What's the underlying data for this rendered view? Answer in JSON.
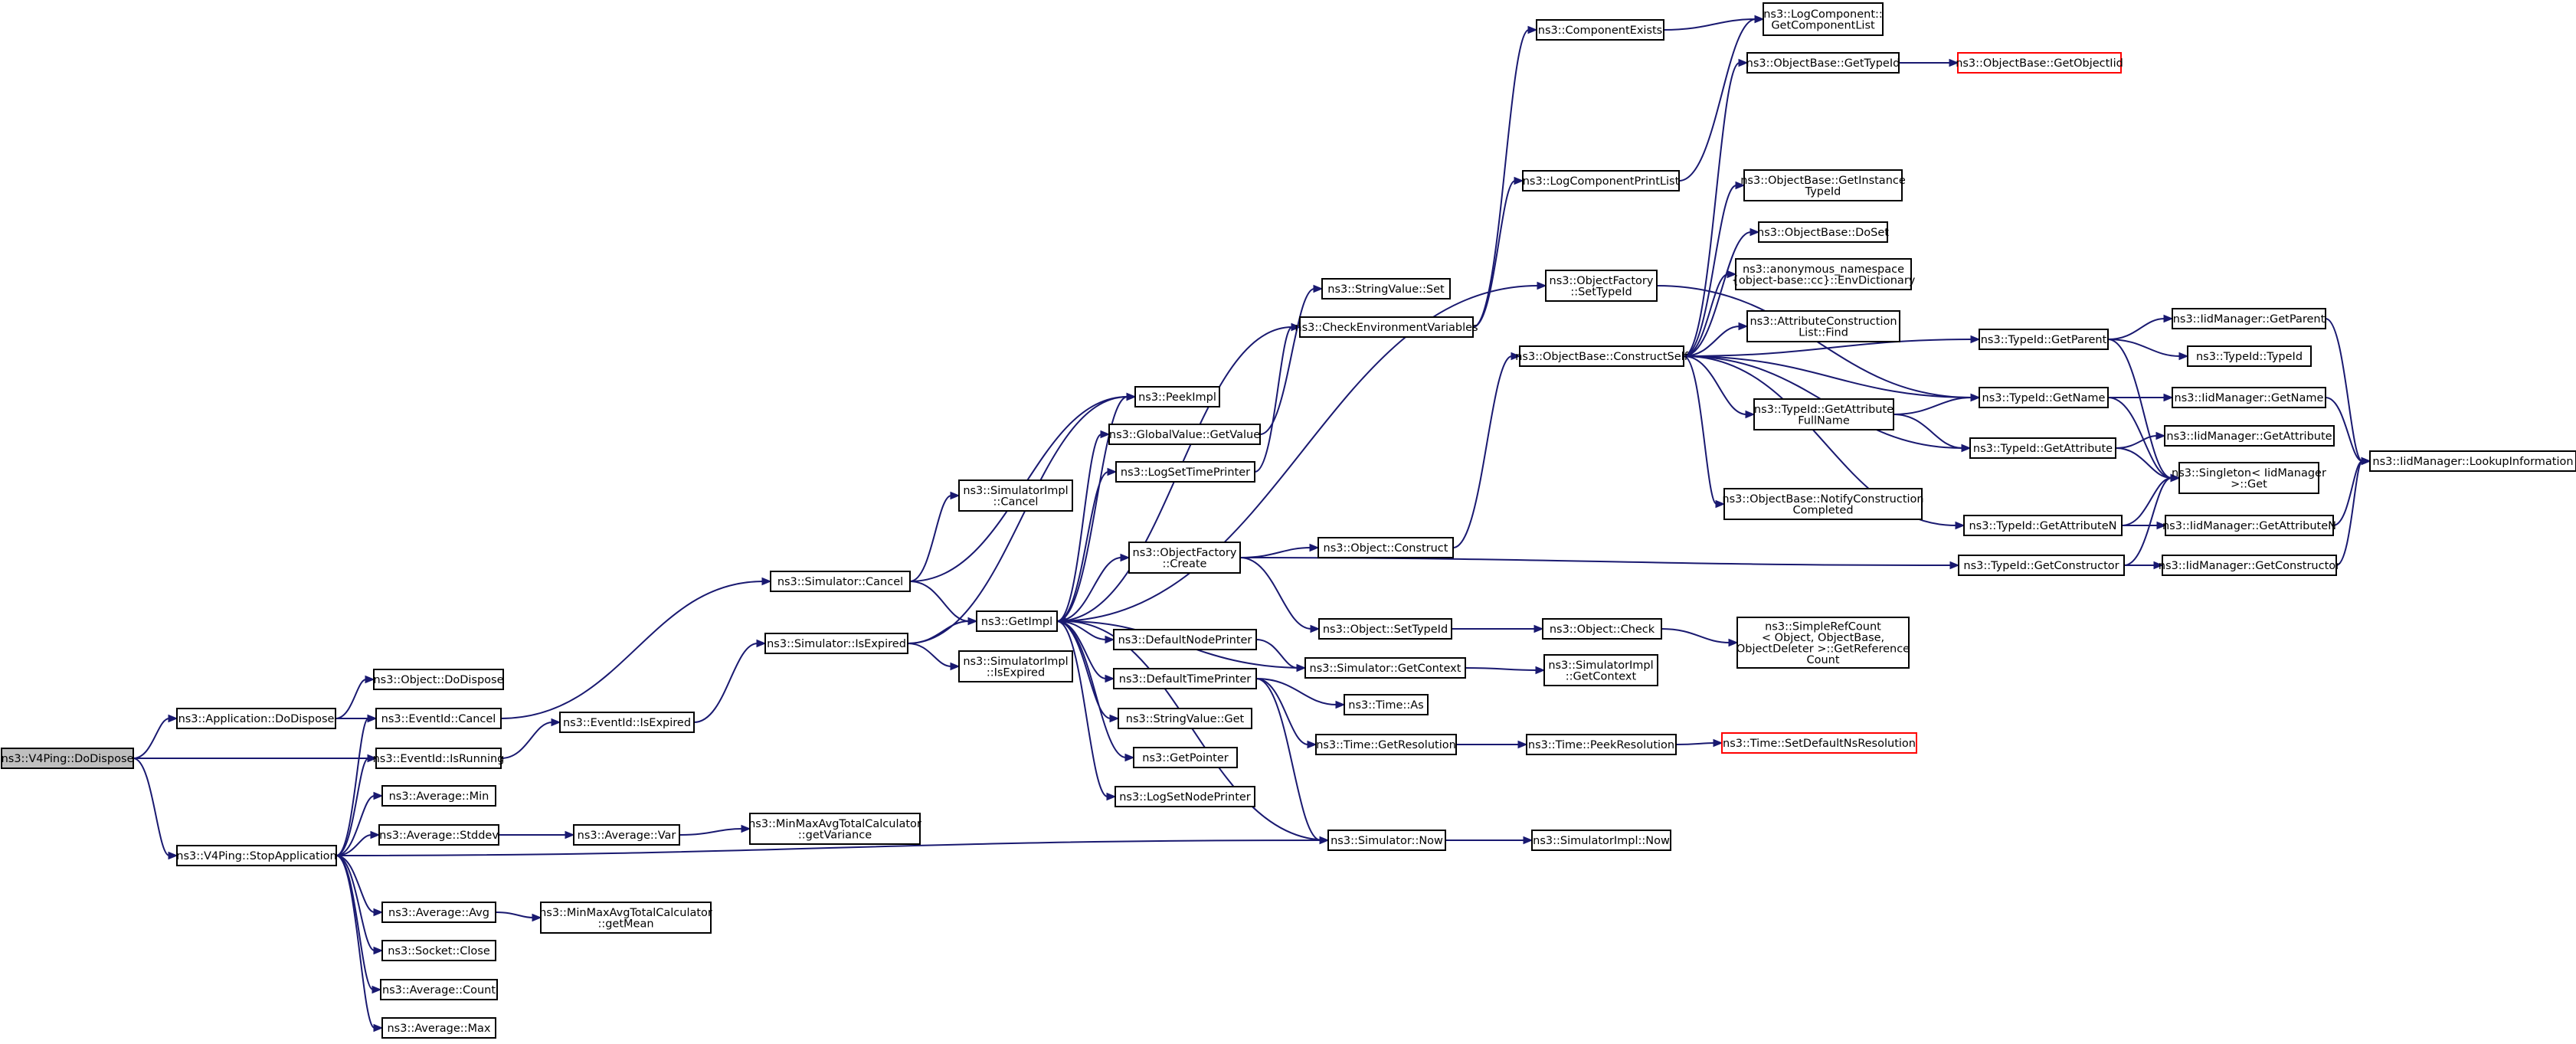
{
  "nodes": {
    "dodispose": {
      "lines": [
        "ns3::V4Ping::DoDispose"
      ],
      "kind": "root"
    },
    "app_dodispose": {
      "lines": [
        "ns3::Application::DoDispose"
      ]
    },
    "stopapp": {
      "lines": [
        "ns3::V4Ping::StopApplication"
      ]
    },
    "obj_dodispose": {
      "lines": [
        "ns3::Object::DoDispose"
      ]
    },
    "eventid_cancel": {
      "lines": [
        "ns3::EventId::Cancel"
      ]
    },
    "eventid_isrunning": {
      "lines": [
        "ns3::EventId::IsRunning"
      ]
    },
    "avg_min": {
      "lines": [
        "ns3::Average::Min"
      ]
    },
    "avg_stddev": {
      "lines": [
        "ns3::Average::Stddev"
      ]
    },
    "avg_avg": {
      "lines": [
        "ns3::Average::Avg"
      ]
    },
    "socket_close": {
      "lines": [
        "ns3::Socket::Close"
      ]
    },
    "avg_count": {
      "lines": [
        "ns3::Average::Count"
      ]
    },
    "avg_max": {
      "lines": [
        "ns3::Average::Max"
      ]
    },
    "eventid_isexpired": {
      "lines": [
        "ns3::EventId::IsExpired"
      ]
    },
    "avg_var": {
      "lines": [
        "ns3::Average::Var"
      ]
    },
    "getvariance": {
      "lines": [
        "ns3::MinMaxAvgTotalCalculator",
        "::getVariance"
      ]
    },
    "getmean": {
      "lines": [
        "ns3::MinMaxAvgTotalCalculator",
        "::getMean"
      ]
    },
    "sim_cancel": {
      "lines": [
        "ns3::Simulator::Cancel"
      ]
    },
    "sim_isexpired": {
      "lines": [
        "ns3::Simulator::IsExpired"
      ]
    },
    "simimpl_cancel": {
      "lines": [
        "ns3::SimulatorImpl",
        "::Cancel"
      ]
    },
    "getimpl": {
      "lines": [
        "ns3::GetImpl"
      ]
    },
    "simimpl_isexpired": {
      "lines": [
        "ns3::SimulatorImpl",
        "::IsExpired"
      ]
    },
    "peekimpl": {
      "lines": [
        "ns3::PeekImpl"
      ]
    },
    "gv_getvalue": {
      "lines": [
        "ns3::GlobalValue::GetValue"
      ]
    },
    "logsettimeprinter": {
      "lines": [
        "ns3::LogSetTimePrinter"
      ]
    },
    "of_create": {
      "lines": [
        "ns3::ObjectFactory",
        "::Create"
      ]
    },
    "defaultnodeprinter": {
      "lines": [
        "ns3::DefaultNodePrinter"
      ]
    },
    "defaulttimeprinter": {
      "lines": [
        "ns3::DefaultTimePrinter"
      ]
    },
    "sv_get": {
      "lines": [
        "ns3::StringValue::Get"
      ]
    },
    "getpointer": {
      "lines": [
        "ns3::GetPointer"
      ]
    },
    "logsetnodeprinter": {
      "lines": [
        "ns3::LogSetNodePrinter"
      ]
    },
    "sv_set": {
      "lines": [
        "ns3::StringValue::Set"
      ]
    },
    "checkenv": {
      "lines": [
        "ns3::CheckEnvironmentVariables"
      ]
    },
    "obj_construct": {
      "lines": [
        "ns3::Object::Construct"
      ]
    },
    "obj_settypeid": {
      "lines": [
        "ns3::Object::SetTypeId"
      ]
    },
    "sim_getcontext": {
      "lines": [
        "ns3::Simulator::GetContext"
      ]
    },
    "time_as": {
      "lines": [
        "ns3::Time::As"
      ]
    },
    "time_getres": {
      "lines": [
        "ns3::Time::GetResolution"
      ]
    },
    "sim_now": {
      "lines": [
        "ns3::Simulator::Now"
      ]
    },
    "compexists": {
      "lines": [
        "ns3::ComponentExists"
      ]
    },
    "logcompprintlist": {
      "lines": [
        "ns3::LogComponentPrintList"
      ]
    },
    "of_settypeid": {
      "lines": [
        "ns3::ObjectFactory",
        "::SetTypeId"
      ]
    },
    "ob_constructself": {
      "lines": [
        "ns3::ObjectBase::ConstructSelf"
      ]
    },
    "obj_check": {
      "lines": [
        "ns3::Object::Check"
      ]
    },
    "simimpl_getcontext": {
      "lines": [
        "ns3::SimulatorImpl",
        "::GetContext"
      ]
    },
    "time_peekres": {
      "lines": [
        "ns3::Time::PeekResolution"
      ]
    },
    "simimpl_now": {
      "lines": [
        "ns3::SimulatorImpl::Now"
      ]
    },
    "logcomp_getlist": {
      "lines": [
        "ns3::LogComponent::",
        "GetComponentList"
      ]
    },
    "ob_gettypeid": {
      "lines": [
        "ns3::ObjectBase::GetTypeId"
      ]
    },
    "ob_getinstance": {
      "lines": [
        "ns3::ObjectBase::GetInstance",
        "TypeId"
      ]
    },
    "ob_doset": {
      "lines": [
        "ns3::ObjectBase::DoSet"
      ]
    },
    "envdict": {
      "lines": [
        "ns3::anonymous_namespace",
        "{object-base::cc}::EnvDictionary"
      ]
    },
    "attrconstr": {
      "lines": [
        "ns3::AttributeConstruction",
        "List::Find"
      ]
    },
    "typeid_getattrfull": {
      "lines": [
        "ns3::TypeId::GetAttribute",
        "FullName"
      ]
    },
    "ob_notify": {
      "lines": [
        "ns3::ObjectBase::NotifyConstruction",
        "Completed"
      ]
    },
    "simplerefcount": {
      "lines": [
        "ns3::SimpleRefCount",
        "< Object, ObjectBase,",
        "ObjectDeleter >::GetReference",
        "Count"
      ]
    },
    "time_setdefault": {
      "lines": [
        "ns3::Time::SetDefaultNsResolution"
      ],
      "kind": "missing"
    },
    "ob_getobjectiid": {
      "lines": [
        "ns3::ObjectBase::GetObjectIid"
      ],
      "kind": "missing"
    },
    "typeid_getparent": {
      "lines": [
        "ns3::TypeId::GetParent"
      ]
    },
    "typeid_getname": {
      "lines": [
        "ns3::TypeId::GetName"
      ]
    },
    "typeid_getattribute": {
      "lines": [
        "ns3::TypeId::GetAttribute"
      ]
    },
    "typeid_getattributen": {
      "lines": [
        "ns3::TypeId::GetAttributeN"
      ]
    },
    "typeid_getconstructor": {
      "lines": [
        "ns3::TypeId::GetConstructor"
      ]
    },
    "iid_getparent": {
      "lines": [
        "ns3::IidManager::GetParent"
      ]
    },
    "typeid_typeid": {
      "lines": [
        "ns3::TypeId::TypeId"
      ]
    },
    "iid_getname": {
      "lines": [
        "ns3::IidManager::GetName"
      ]
    },
    "iid_getattribute": {
      "lines": [
        "ns3::IidManager::GetAttribute"
      ]
    },
    "singleton_get": {
      "lines": [
        "ns3::Singleton< IidManager",
        ">::Get"
      ]
    },
    "iid_getattributen": {
      "lines": [
        "ns3::IidManager::GetAttributeN"
      ]
    },
    "iid_getconstructor": {
      "lines": [
        "ns3::IidManager::GetConstructor"
      ]
    },
    "iid_lookup": {
      "lines": [
        "ns3::IidManager::LookupInformation"
      ]
    }
  },
  "edges": [
    [
      "dodispose",
      "app_dodispose"
    ],
    [
      "dodispose",
      "eventid_isrunning"
    ],
    [
      "dodispose",
      "stopapp"
    ],
    [
      "app_dodispose",
      "obj_dodispose"
    ],
    [
      "app_dodispose",
      "eventid_cancel"
    ],
    [
      "stopapp",
      "eventid_cancel"
    ],
    [
      "stopapp",
      "eventid_isrunning"
    ],
    [
      "stopapp",
      "avg_min"
    ],
    [
      "stopapp",
      "avg_stddev"
    ],
    [
      "stopapp",
      "avg_avg"
    ],
    [
      "stopapp",
      "socket_close"
    ],
    [
      "stopapp",
      "avg_count"
    ],
    [
      "stopapp",
      "avg_max"
    ],
    [
      "stopapp",
      "sim_now"
    ],
    [
      "eventid_cancel",
      "sim_cancel"
    ],
    [
      "eventid_isrunning",
      "eventid_isexpired"
    ],
    [
      "eventid_isexpired",
      "sim_isexpired"
    ],
    [
      "avg_stddev",
      "avg_var"
    ],
    [
      "avg_var",
      "getvariance"
    ],
    [
      "avg_avg",
      "getmean"
    ],
    [
      "sim_cancel",
      "simimpl_cancel"
    ],
    [
      "sim_cancel",
      "getimpl"
    ],
    [
      "sim_cancel",
      "peekimpl"
    ],
    [
      "sim_isexpired",
      "getimpl"
    ],
    [
      "sim_isexpired",
      "simimpl_isexpired"
    ],
    [
      "sim_isexpired",
      "peekimpl"
    ],
    [
      "getimpl",
      "peekimpl"
    ],
    [
      "getimpl",
      "gv_getvalue"
    ],
    [
      "getimpl",
      "logsettimeprinter"
    ],
    [
      "getimpl",
      "of_create"
    ],
    [
      "getimpl",
      "of_settypeid"
    ],
    [
      "getimpl",
      "defaultnodeprinter"
    ],
    [
      "getimpl",
      "defaulttimeprinter"
    ],
    [
      "getimpl",
      "sv_get"
    ],
    [
      "getimpl",
      "getpointer"
    ],
    [
      "getimpl",
      "logsetnodeprinter"
    ],
    [
      "getimpl",
      "checkenv"
    ],
    [
      "gv_getvalue",
      "sv_set"
    ],
    [
      "checkenv",
      "compexists"
    ],
    [
      "checkenv",
      "logcompprintlist"
    ],
    [
      "logsettimeprinter",
      "checkenv"
    ],
    [
      "compexists",
      "logcomp_getlist"
    ],
    [
      "logcompprintlist",
      "logcomp_getlist"
    ],
    [
      "of_create",
      "obj_construct"
    ],
    [
      "of_create",
      "obj_settypeid"
    ],
    [
      "of_create",
      "typeid_getconstructor"
    ],
    [
      "obj_construct",
      "ob_constructself"
    ],
    [
      "obj_settypeid",
      "obj_check"
    ],
    [
      "obj_check",
      "simplerefcount"
    ],
    [
      "defaultnodeprinter",
      "sim_getcontext"
    ],
    [
      "sim_getcontext",
      "getimpl"
    ],
    [
      "sim_getcontext",
      "simimpl_getcontext"
    ],
    [
      "defaulttimeprinter",
      "time_as"
    ],
    [
      "defaulttimeprinter",
      "time_getres"
    ],
    [
      "defaulttimeprinter",
      "sim_now"
    ],
    [
      "time_getres",
      "time_peekres"
    ],
    [
      "time_peekres",
      "time_setdefault"
    ],
    [
      "sim_now",
      "getimpl"
    ],
    [
      "sim_now",
      "simimpl_now"
    ],
    [
      "of_settypeid",
      "typeid_getname"
    ],
    [
      "ob_gettypeid",
      "ob_getobjectiid"
    ],
    [
      "ob_constructself",
      "ob_gettypeid"
    ],
    [
      "ob_constructself",
      "ob_getinstance"
    ],
    [
      "ob_constructself",
      "ob_doset"
    ],
    [
      "ob_constructself",
      "envdict"
    ],
    [
      "ob_constructself",
      "attrconstr"
    ],
    [
      "ob_constructself",
      "typeid_getattrfull"
    ],
    [
      "ob_constructself",
      "ob_notify"
    ],
    [
      "ob_constructself",
      "typeid_getparent"
    ],
    [
      "ob_constructself",
      "typeid_getname"
    ],
    [
      "ob_constructself",
      "typeid_getattribute"
    ],
    [
      "ob_constructself",
      "typeid_getattributen"
    ],
    [
      "typeid_getattrfull",
      "typeid_getname"
    ],
    [
      "typeid_getattrfull",
      "typeid_getattribute"
    ],
    [
      "typeid_getparent",
      "iid_getparent"
    ],
    [
      "typeid_getparent",
      "typeid_typeid"
    ],
    [
      "typeid_getparent",
      "singleton_get"
    ],
    [
      "typeid_getname",
      "iid_getname"
    ],
    [
      "typeid_getname",
      "singleton_get"
    ],
    [
      "typeid_getattribute",
      "iid_getattribute"
    ],
    [
      "typeid_getattribute",
      "singleton_get"
    ],
    [
      "typeid_getattributen",
      "iid_getattributen"
    ],
    [
      "typeid_getattributen",
      "singleton_get"
    ],
    [
      "typeid_getconstructor",
      "iid_getconstructor"
    ],
    [
      "typeid_getconstructor",
      "singleton_get"
    ],
    [
      "iid_getparent",
      "iid_lookup"
    ],
    [
      "iid_getname",
      "iid_lookup"
    ],
    [
      "iid_getattributen",
      "iid_lookup"
    ],
    [
      "iid_getconstructor",
      "iid_lookup"
    ]
  ],
  "colors": {
    "edge": "#191970",
    "missing_border": "#ff0000",
    "root_fill": "#bfbfbf"
  }
}
